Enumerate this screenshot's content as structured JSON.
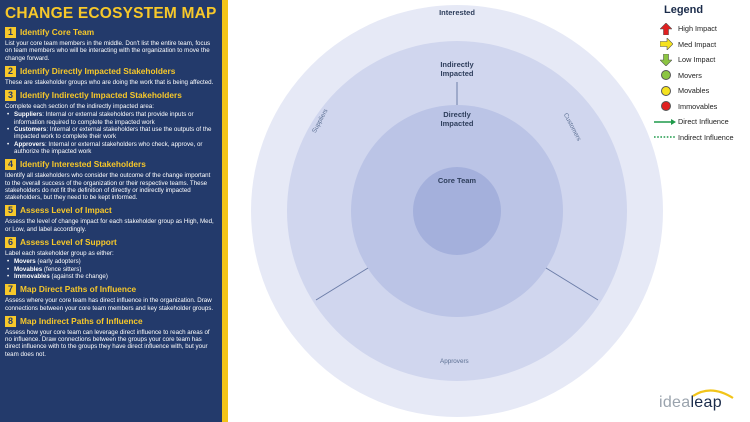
{
  "title": "CHANGE ECOSYSTEM MAP",
  "steps": [
    {
      "num": "1",
      "title": "Identify Core Team",
      "body": "List your core team members in the middle. Don't list the entire team, focus on team members who will be interacting with the organization to move the change forward."
    },
    {
      "num": "2",
      "title": "Identify Directly Impacted Stakeholders",
      "body": "These are stakeholder groups who are doing the work that is being affected."
    },
    {
      "num": "3",
      "title": "Identify Indirectly Impacted Stakeholders",
      "body": "Complete each section of the indirectly impacted area:",
      "bullets": [
        {
          "term": "Suppliers",
          "text": ": Internal or external stakeholders that provide inputs or information required to complete  the impacted work"
        },
        {
          "term": "Customers",
          "text": ": Internal or external stakeholders that use the outputs of the impacted work to complete their work"
        },
        {
          "term": "Approvers",
          "text": ": Internal or external stakeholders who check, approve, or authorize the impacted work"
        }
      ]
    },
    {
      "num": "4",
      "title": "Identify Interested Stakeholders",
      "body": "Identify all stakeholders who consider the outcome of the change important to the overall success of the organization or their respective teams. These stakeholders do not fit the definition of directly or indirectly impacted stakeholders, but they need to be kept informed."
    },
    {
      "num": "5",
      "title": "Assess Level of Impact",
      "body": "Assess the level of change impact for each stakeholder group as High, Med, or Low, and label accordingly."
    },
    {
      "num": "6",
      "title": "Assess Level of Support",
      "body": "Label each stakeholder group as either:",
      "bullets": [
        {
          "term": "Movers",
          "text": " (early adopters)"
        },
        {
          "term": "Movables",
          "text": " (fence sitters)"
        },
        {
          "term": "Immovables",
          "text": " (against the change)"
        }
      ]
    },
    {
      "num": "7",
      "title": "Map Direct Paths of Influence",
      "body": "Assess where your core team has direct influence in the organization. Draw connections between your core team members and key stakeholder groups."
    },
    {
      "num": "8",
      "title": "Map Indirect Paths of Influence",
      "body": "Assess how your core team can leverage direct influence to reach areas of no influence. Draw connections between the groups your core team has direct influence with to the groups they have direct influence with, but your team does not."
    }
  ],
  "diagram": {
    "ring_interested": "Interested",
    "ring_indirect": "Indirectly\nImpacted",
    "ring_direct": "Directly\nImpacted",
    "ring_core": "Core Team",
    "label_suppliers": "Suppliers",
    "label_customers": "Customers",
    "label_approvers": "Approvers",
    "colors": {
      "interested": "#e6e9f6",
      "indirect": "#d0d6ee",
      "direct": "#bbc4e6",
      "core": "#a4b0dc",
      "divider": "#6c7da8"
    }
  },
  "legend": {
    "title": "Legend",
    "items": [
      {
        "label": "High Impact",
        "icon": "arrow-up-icon",
        "color": "#e02020"
      },
      {
        "label": "Med Impact",
        "icon": "arrow-right-icon",
        "color": "#f5e21e"
      },
      {
        "label": "Low Impact",
        "icon": "arrow-down-icon",
        "color": "#8cc542"
      },
      {
        "label": "Movers",
        "icon": "dot-icon",
        "color": "#8cc542"
      },
      {
        "label": "Movables",
        "icon": "dot-icon",
        "color": "#f5e21e"
      },
      {
        "label": "Immovables",
        "icon": "dot-icon",
        "color": "#e02020"
      },
      {
        "label": "Direct Influence",
        "icon": "solid-line-icon",
        "color": "#1f9a4a"
      },
      {
        "label": "Indirect Influence",
        "icon": "dotted-line-icon",
        "color": "#1f9a4a"
      }
    ]
  },
  "logo": {
    "part1": "idea",
    "part2": "leap"
  }
}
